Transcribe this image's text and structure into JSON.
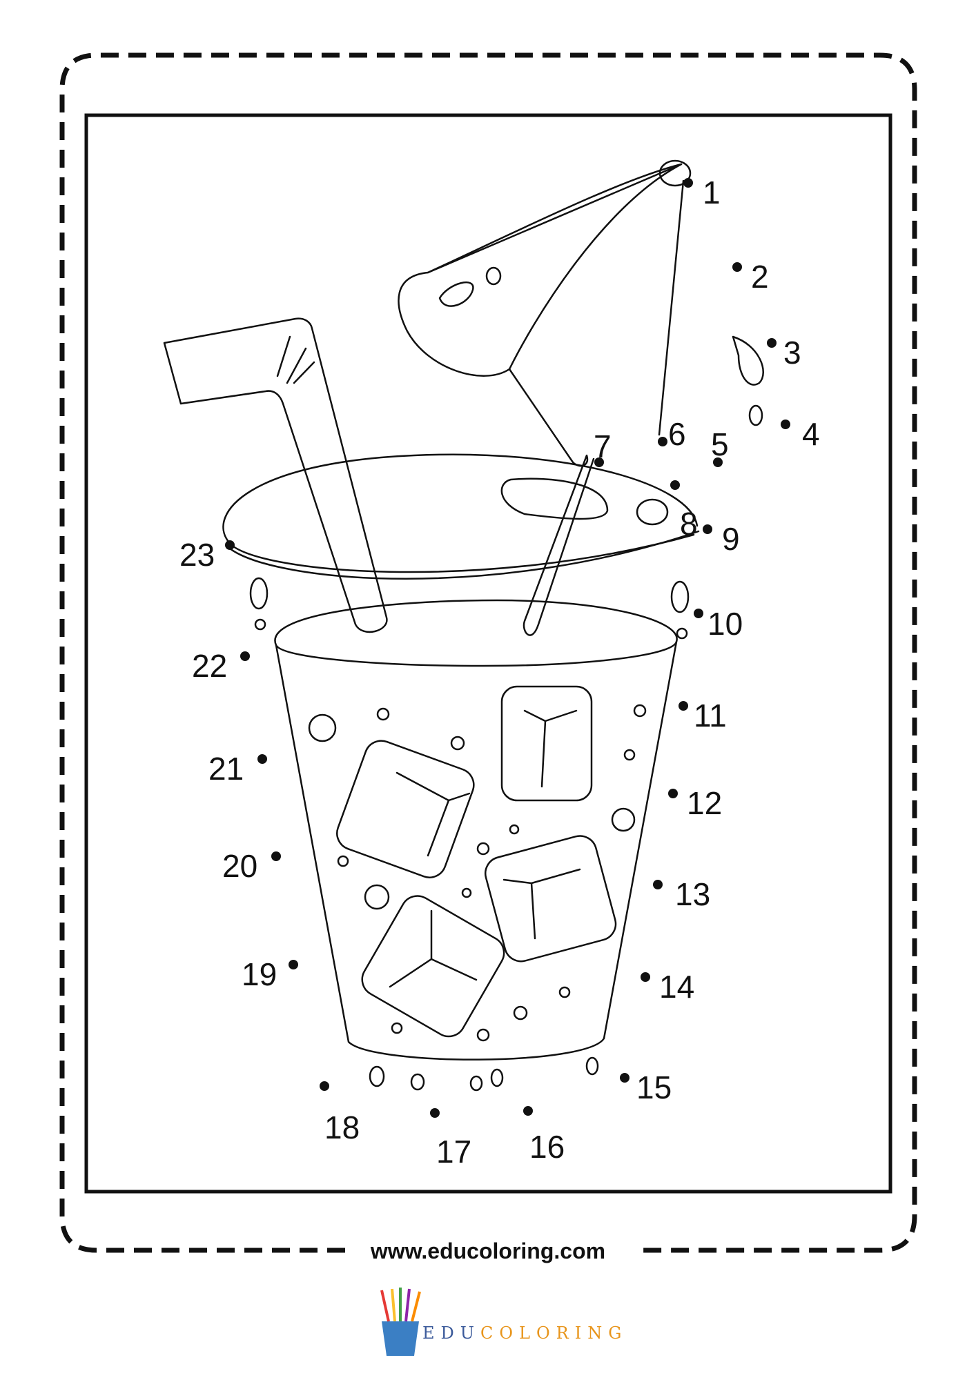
{
  "site_url": "www.educoloring.com",
  "brand": {
    "part1": "EDU",
    "part2": "COLORING",
    "color1": "#3b5a9a",
    "color2": "#e8951c"
  },
  "line_color": "#111111",
  "dots": [
    {
      "label": "1"
    },
    {
      "label": "2"
    },
    {
      "label": "3"
    },
    {
      "label": "4"
    },
    {
      "label": "5"
    },
    {
      "label": "6"
    },
    {
      "label": "7"
    },
    {
      "label": "8"
    },
    {
      "label": "9"
    },
    {
      "label": "10"
    },
    {
      "label": "11"
    },
    {
      "label": "12"
    },
    {
      "label": "13"
    },
    {
      "label": "14"
    },
    {
      "label": "15"
    },
    {
      "label": "16"
    },
    {
      "label": "17"
    },
    {
      "label": "18"
    },
    {
      "label": "19"
    },
    {
      "label": "20"
    },
    {
      "label": "21"
    },
    {
      "label": "22"
    },
    {
      "label": "23"
    }
  ]
}
